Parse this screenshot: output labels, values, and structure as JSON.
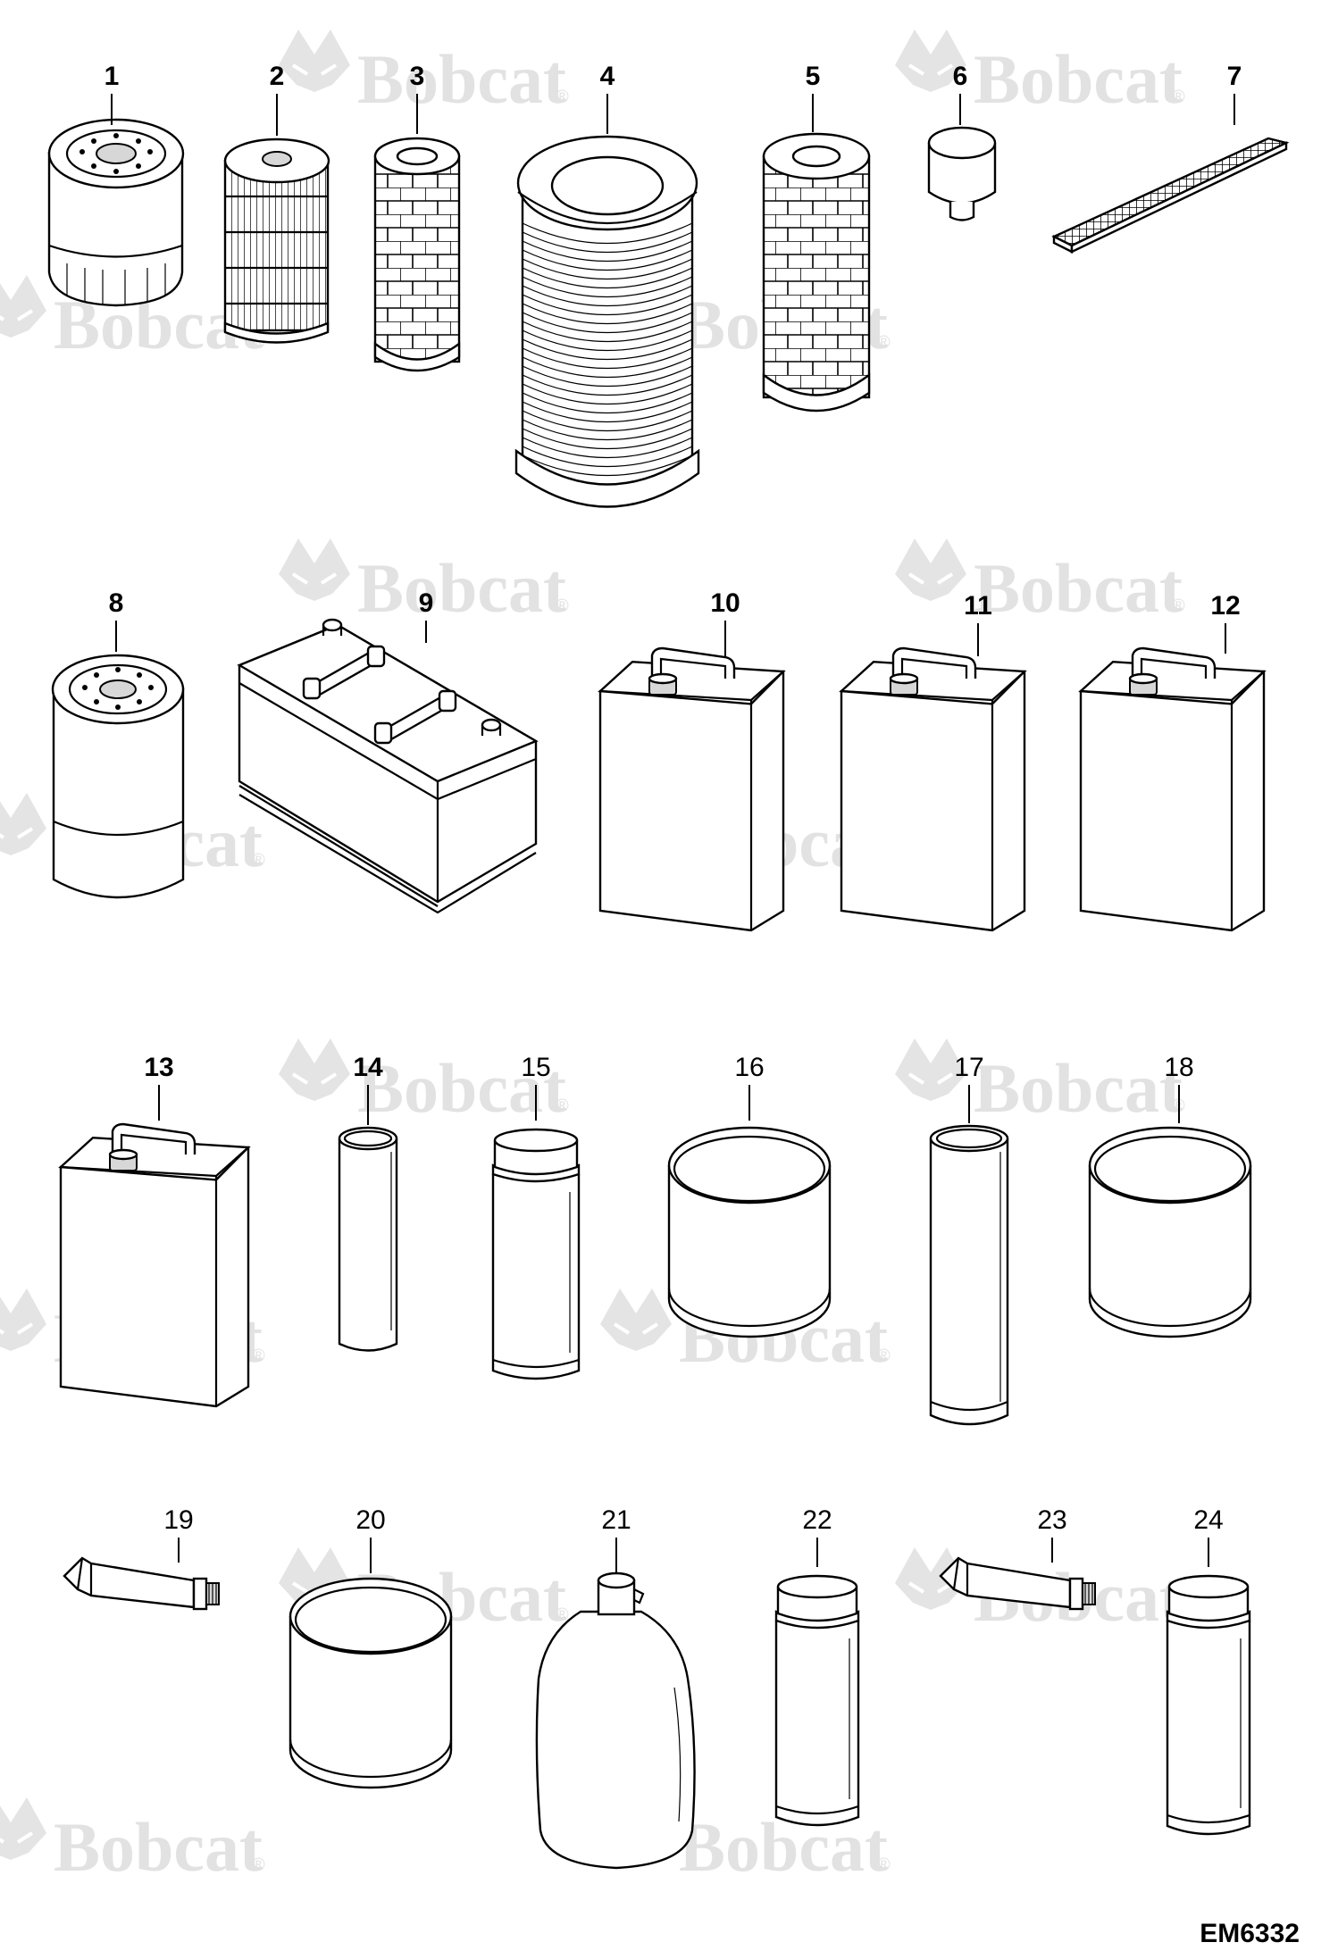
{
  "watermark": {
    "text": "Bobcat",
    "icon": "bobcat-logo-icon"
  },
  "drawing_code": "EM6332",
  "parts": [
    {
      "num": "1"
    },
    {
      "num": "2"
    },
    {
      "num": "3"
    },
    {
      "num": "4"
    },
    {
      "num": "5"
    },
    {
      "num": "6"
    },
    {
      "num": "7"
    },
    {
      "num": "8"
    },
    {
      "num": "9"
    },
    {
      "num": "10"
    },
    {
      "num": "11"
    },
    {
      "num": "12"
    },
    {
      "num": "13"
    },
    {
      "num": "14"
    },
    {
      "num": "15"
    },
    {
      "num": "16"
    },
    {
      "num": "17"
    },
    {
      "num": "18"
    },
    {
      "num": "19"
    },
    {
      "num": "20"
    },
    {
      "num": "21"
    },
    {
      "num": "22"
    },
    {
      "num": "23"
    },
    {
      "num": "24"
    }
  ]
}
